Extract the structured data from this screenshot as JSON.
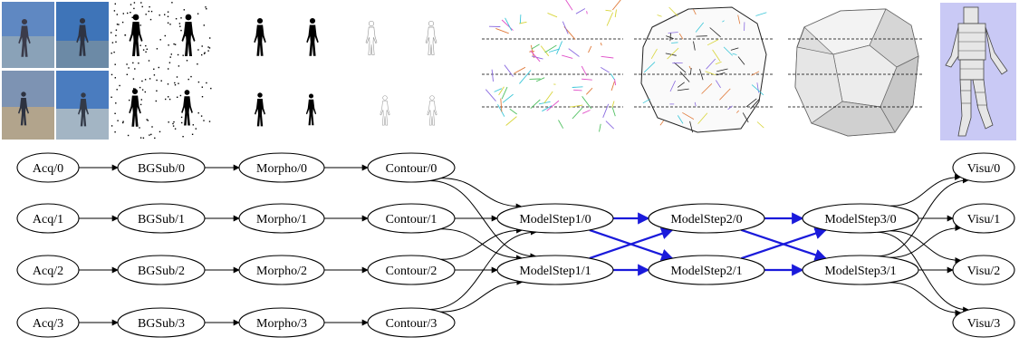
{
  "pipeline": {
    "acq": [
      "Acq/0",
      "Acq/1",
      "Acq/2",
      "Acq/3"
    ],
    "bgsub": [
      "BGSub/0",
      "BGSub/1",
      "BGSub/2",
      "BGSub/3"
    ],
    "morpho": [
      "Morpho/0",
      "Morpho/1",
      "Morpho/2",
      "Morpho/3"
    ],
    "contour": [
      "Contour/0",
      "Contour/1",
      "Contour/2",
      "Contour/3"
    ],
    "model1": [
      "ModelStep1/0",
      "ModelStep1/1"
    ],
    "model2": [
      "ModelStep2/0",
      "ModelStep2/1"
    ],
    "model3": [
      "ModelStep3/0",
      "ModelStep3/1"
    ],
    "visu": [
      "Visu/0",
      "Visu/1",
      "Visu/2",
      "Visu/3"
    ]
  },
  "colors": {
    "edge": "#000000",
    "highlight_edge": "#1a1adb",
    "camera_floor": "#5a7ea8",
    "visu_background": "#c9c9f5"
  },
  "icons": {
    "camera_images": "camera-photos-icon",
    "bgsub_images": "noisy-silhouettes-icon",
    "morpho_images": "clean-silhouettes-icon",
    "contour_images": "contour-outlines-icon",
    "model1_image": "polygon-slices-icon",
    "model2_image": "polyhedral-mesh-icon",
    "model3_image": "shaded-hull-icon",
    "visu_image": "rendered-3d-figure-icon"
  }
}
